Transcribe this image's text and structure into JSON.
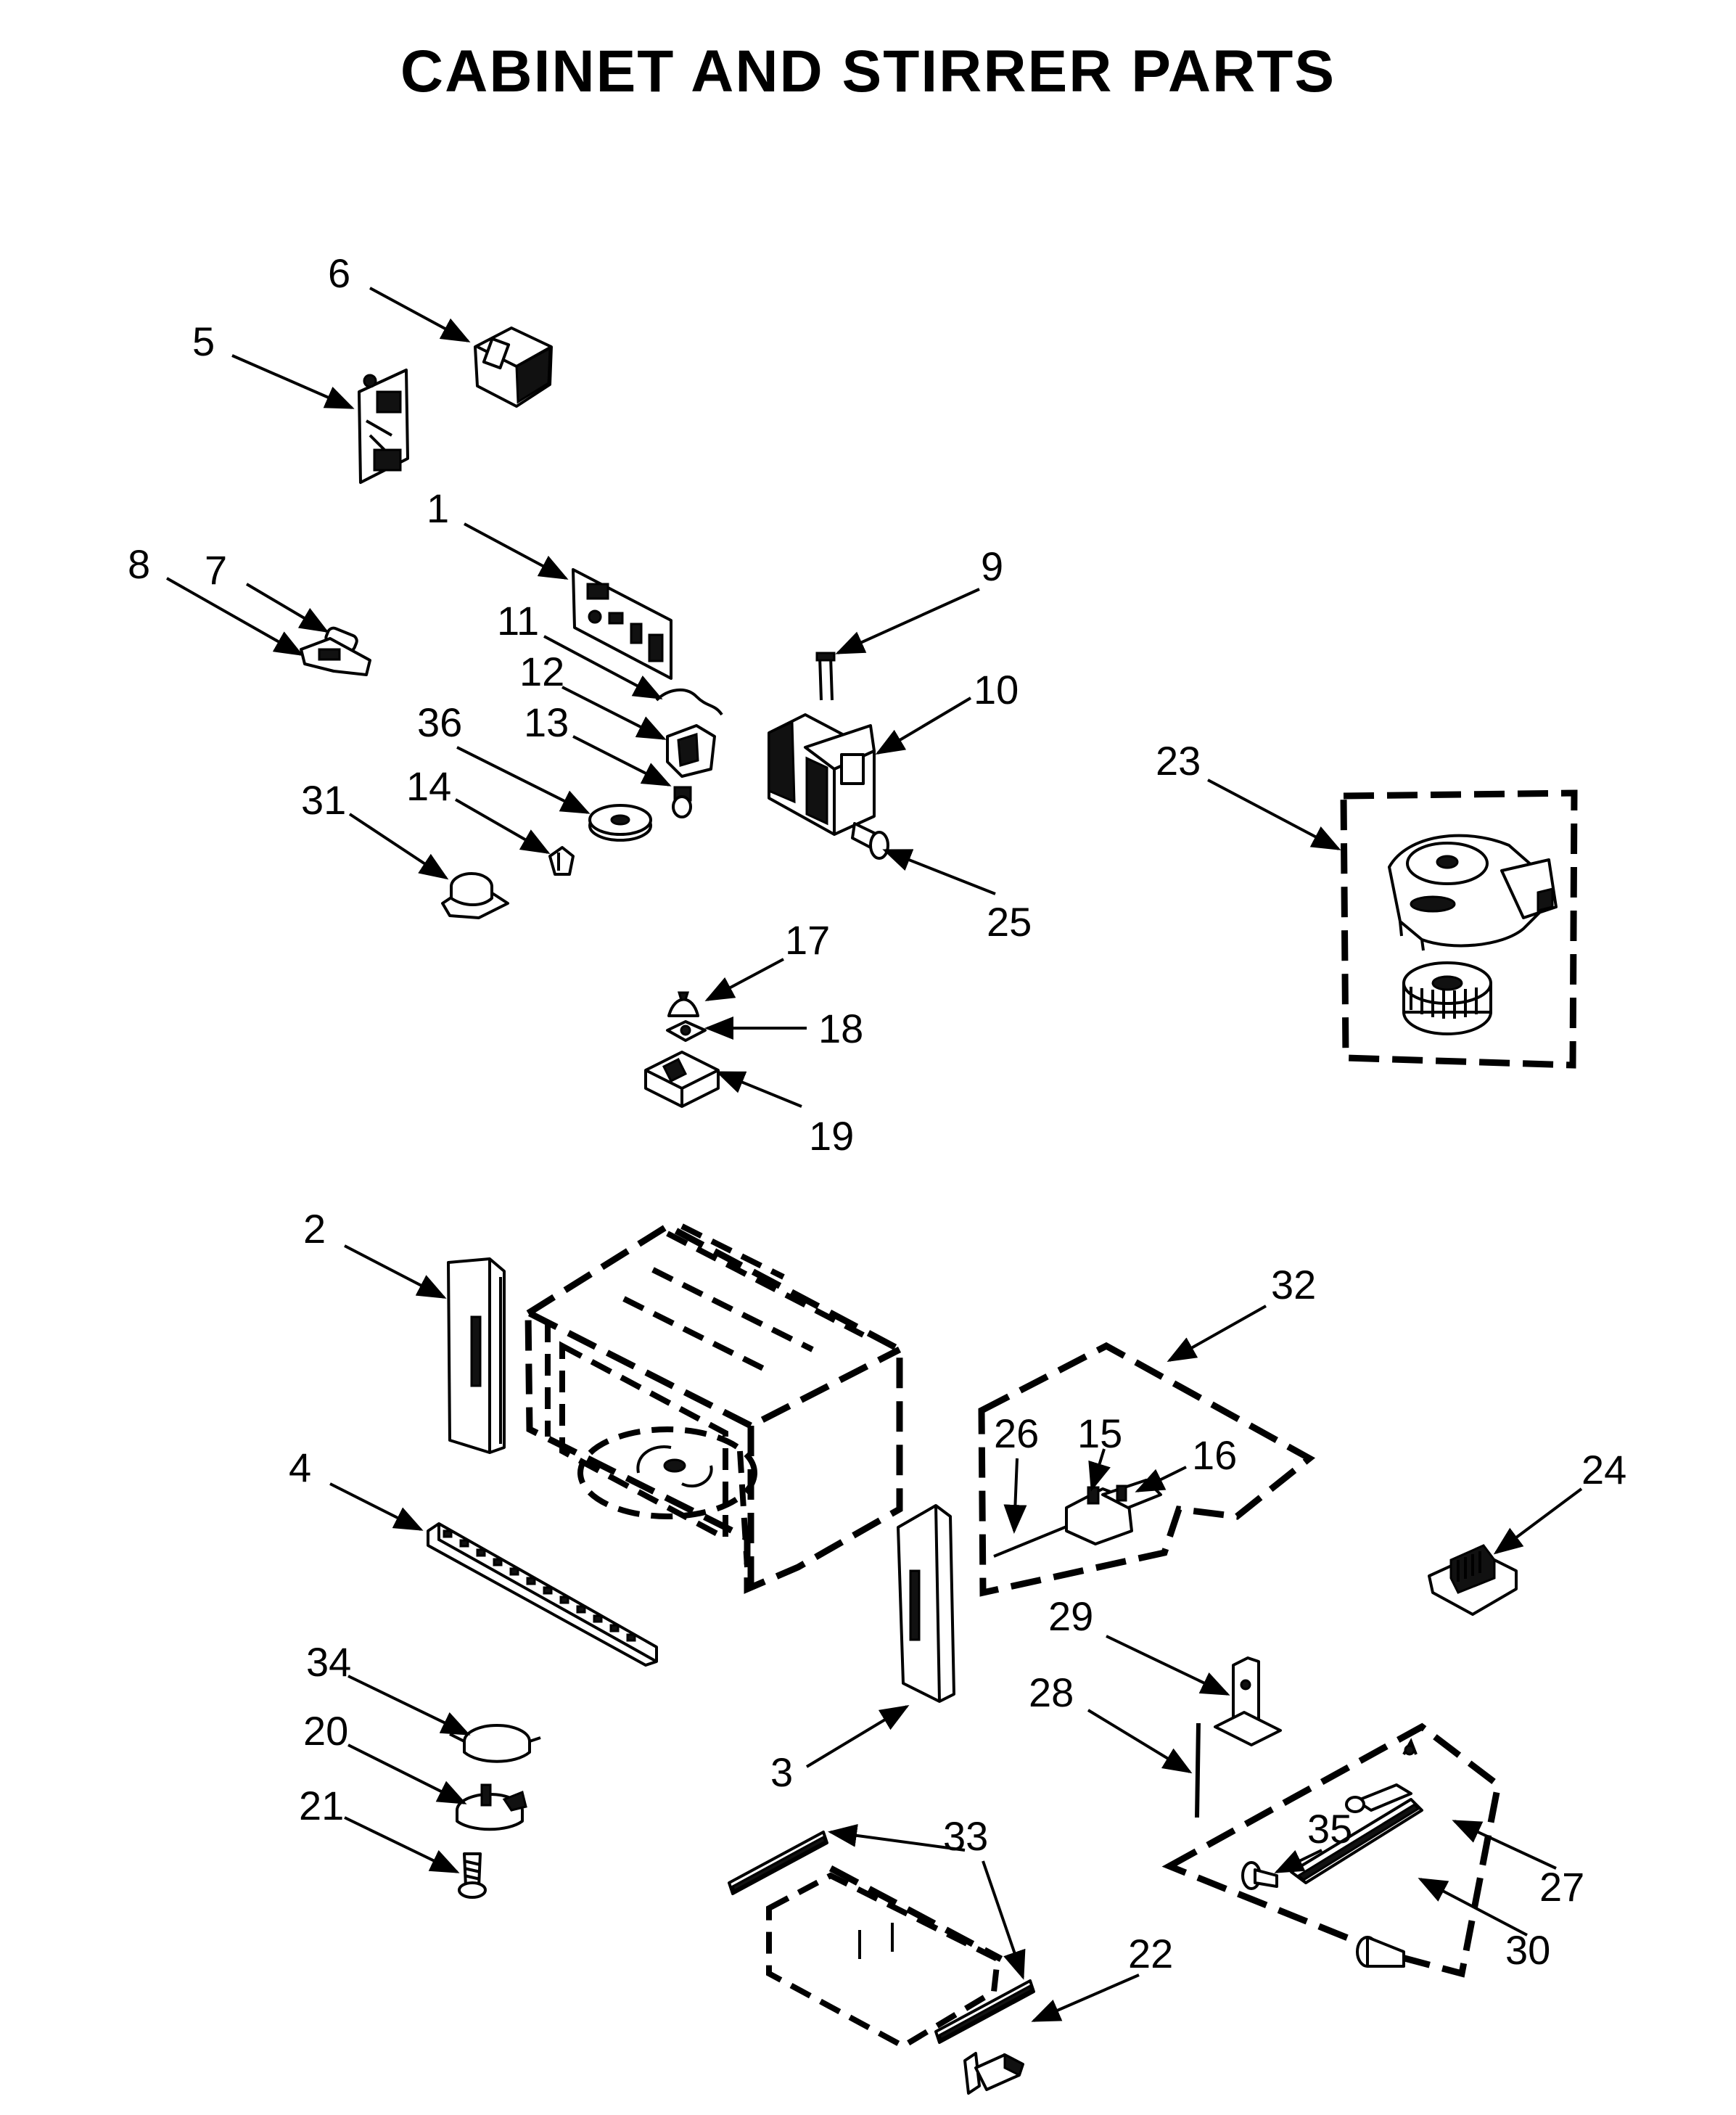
{
  "title": "CABINET AND STIRRER PARTS",
  "callouts": [
    "1",
    "2",
    "3",
    "4",
    "5",
    "6",
    "7",
    "8",
    "9",
    "10",
    "11",
    "12",
    "13",
    "14",
    "15",
    "16",
    "17",
    "18",
    "19",
    "20",
    "21",
    "22",
    "23",
    "24",
    "25",
    "26",
    "27",
    "28",
    "29",
    "30",
    "31",
    "32",
    "33",
    "34",
    "35",
    "36"
  ]
}
